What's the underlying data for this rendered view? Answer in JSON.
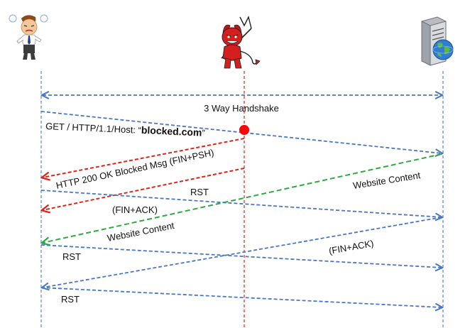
{
  "actors": {
    "client": {
      "icon": "frustrated-user-icon"
    },
    "censor": {
      "icon": "devil-icon"
    },
    "server": {
      "icon": "web-server-globe-icon"
    }
  },
  "colors": {
    "blue": "#4a77c4",
    "red": "#e2231a",
    "green": "#2eaa3f",
    "lifeline_blue": "#5a86d0",
    "lifeline_red": "#e2231a"
  },
  "labels": {
    "handshake": "3 Way Handshake",
    "get_prefix": "GET / HTTP/1.1/Host: “",
    "get_host": "blocked.com",
    "get_suffix": "”",
    "blocked_msg": "HTTP 200 OK Blocked Msg (FIN+PSH)",
    "rst_censor": "RST",
    "fin_ack_client": "(FIN+ACK)",
    "website_content_server": "Website Content",
    "website_content_client": "Website Content",
    "rst_1": "RST",
    "fin_ack_server": "(FIN+ACK)",
    "rst_2": "RST"
  }
}
